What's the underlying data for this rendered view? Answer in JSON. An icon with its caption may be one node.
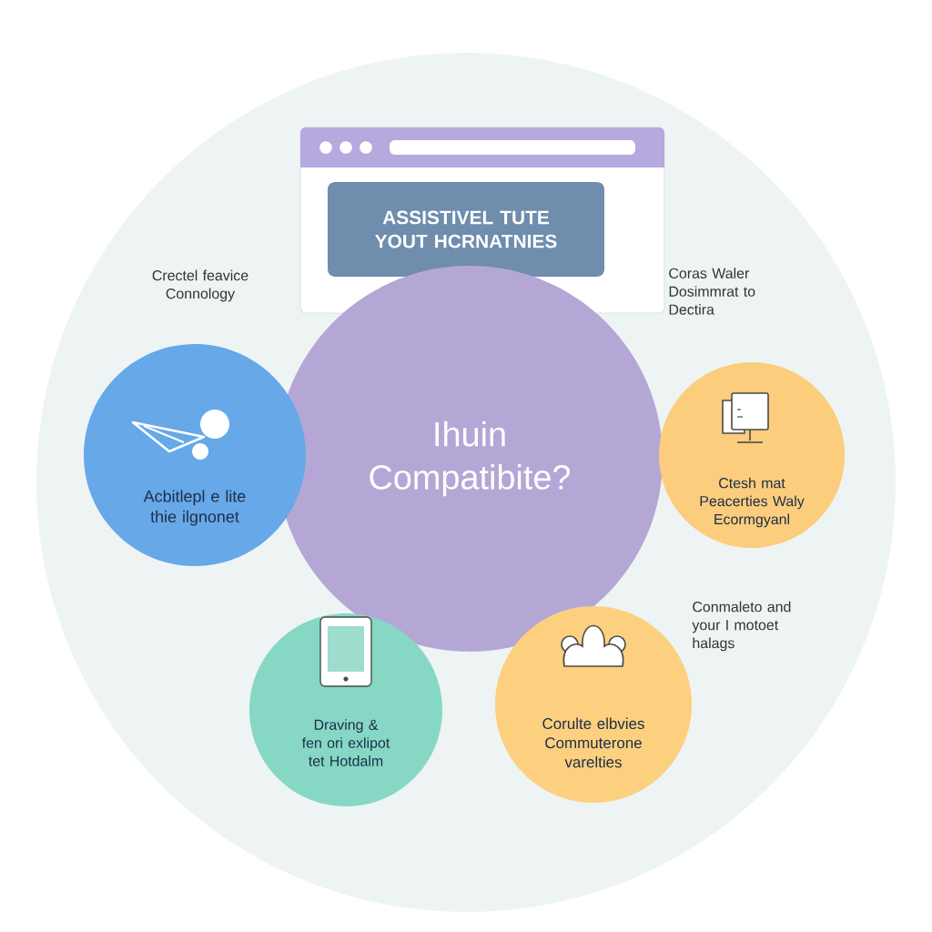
{
  "diagram": {
    "nodes": [
      {
        "text": [
          "ASSISTIVEL TUTE YOUT HCRNATNIES"
        ]
      },
      {
        "text": [
          "Ihuin Compatibite?"
        ]
      },
      {
        "text": [
          "Acbitlepl e lite thie ilgnonet"
        ]
      },
      {
        "text": [
          "Ctesh mat Peacerties Waly Ecormgyanl"
        ]
      },
      {
        "text": [
          "Draving & fen ori exlipot tet Hotdalm"
        ]
      },
      {
        "text": [
          "Corulte elbvies Commuterone varelties"
        ]
      }
    ],
    "labels": [
      "Crectel feavice Connology",
      "Coras Waler Dosimmrat to Dectira",
      "Conmaleto and your I motoet halags"
    ]
  }
}
